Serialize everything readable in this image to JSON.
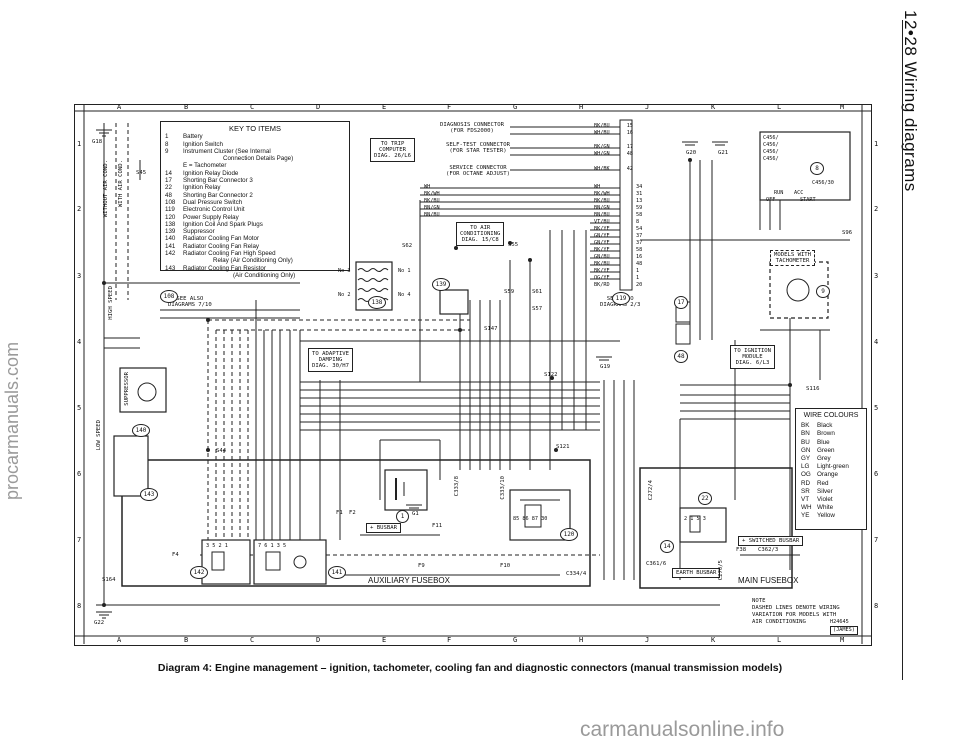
{
  "page_header": "12•28 Wiring diagrams",
  "caption": "Diagram 4: Engine management – ignition, tachometer, cooling fan and diagnostic connectors (manual transmission models)",
  "watermark_side": "procarmanuals.com",
  "watermark_bottom": "carmanualsonline.info",
  "grid": {
    "columns": [
      "A",
      "B",
      "C",
      "D",
      "E",
      "F",
      "G",
      "H",
      "J",
      "K",
      "L",
      "M"
    ],
    "rows": [
      "1",
      "2",
      "3",
      "4",
      "5",
      "6",
      "7",
      "8"
    ]
  },
  "key": {
    "title": "KEY TO ITEMS",
    "items": [
      {
        "n": "1",
        "t": "Battery"
      },
      {
        "n": "8",
        "t": "Ignition Switch"
      },
      {
        "n": "9",
        "t": "Instrument Cluster (See Internal"
      },
      {
        "n": "",
        "t": "Connection Details Page)"
      },
      {
        "n": "",
        "t": "E = Tachometer"
      },
      {
        "n": "14",
        "t": "Ignition Relay Diode"
      },
      {
        "n": "17",
        "t": "Shorting Bar Connector 3"
      },
      {
        "n": "22",
        "t": "Ignition Relay"
      },
      {
        "n": "48",
        "t": "Shorting Bar Connector 2"
      },
      {
        "n": "108",
        "t": "Dual Pressure Switch"
      },
      {
        "n": "119",
        "t": "Electronic Control Unit"
      },
      {
        "n": "120",
        "t": "Power Supply Relay"
      },
      {
        "n": "138",
        "t": "Ignition Coil And Spark Plugs"
      },
      {
        "n": "139",
        "t": "Suppressor"
      },
      {
        "n": "140",
        "t": "Radiator Cooling Fan Motor"
      },
      {
        "n": "141",
        "t": "Radiator Cooling Fan Relay"
      },
      {
        "n": "142",
        "t": "Radiator Cooling Fan High Speed"
      },
      {
        "n": "",
        "t": "Relay (Air Conditioning Only)"
      },
      {
        "n": "143",
        "t": "Radiator Cooling Fan Resistor"
      },
      {
        "n": "",
        "t": "(Air Conditioning Only)"
      }
    ]
  },
  "wire_colours": {
    "title": "WIRE COLOURS",
    "items": [
      {
        "c": "BK",
        "t": "Black"
      },
      {
        "c": "BN",
        "t": "Brown"
      },
      {
        "c": "BU",
        "t": "Blue"
      },
      {
        "c": "GN",
        "t": "Green"
      },
      {
        "c": "GY",
        "t": "Grey"
      },
      {
        "c": "LG",
        "t": "Light-green"
      },
      {
        "c": "OG",
        "t": "Orange"
      },
      {
        "c": "RD",
        "t": "Red"
      },
      {
        "c": "SR",
        "t": "Silver"
      },
      {
        "c": "VT",
        "t": "Violet"
      },
      {
        "c": "WH",
        "t": "White"
      },
      {
        "c": "YE",
        "t": "Yellow"
      }
    ]
  },
  "connectors": {
    "diagnosis": [
      "DIAGNOSIS CONNECTOR",
      "(FOR FDS2000)"
    ],
    "self_test": [
      "SELF-TEST CONNECTOR",
      "(FOR STAR TESTER)"
    ],
    "service": [
      "SERVICE CONNECTOR",
      "(FOR OCTANE ADJUST)"
    ],
    "trip_computer": [
      "TO TRIP",
      "COMPUTER",
      "DIAG. 26/L6"
    ],
    "air_con": [
      "TO AIR",
      "CONDITIONING",
      "DIAG. 15/C8"
    ],
    "adaptive": [
      "TO ADAPTIVE",
      "DAMPING",
      "DIAG. 30/H7"
    ],
    "ignition_module": [
      "TO IGNITION",
      "MODULE",
      "DIAG. 6/L3"
    ],
    "see_also_1": [
      "SEE ALSO",
      "DIAGRAMS 7/10"
    ],
    "see_also_2": [
      "SEE ALSO",
      "DIAGRAMS 2/3"
    ],
    "models_tacho": [
      "MODELS WITH",
      "TACHOMETER"
    ]
  },
  "ecu_pins": {
    "wires": [
      "WH",
      "BK/WH",
      "BK/BU",
      "BN/GN",
      "BN/BU",
      "VT/BU",
      "BK/YE",
      "GN/YE",
      "GN/YE",
      "BK/YE",
      "GN/BU",
      "BK/BU",
      "BK/YE",
      "OG/YE",
      "BK/RD",
      "WH/BK"
    ],
    "pins": [
      "34",
      "31",
      "13",
      "59",
      "58",
      "8",
      "54",
      "37",
      "37",
      "58",
      "16",
      "48",
      "1",
      "1",
      "20",
      ""
    ]
  },
  "diag_pins": [
    {
      "wire": "BK/BU",
      "pin": "15"
    },
    {
      "wire": "WH/BU",
      "pin": "16"
    },
    {
      "wire": "BK/GN",
      "pin": "17"
    },
    {
      "wire": "WH/GN",
      "pin": "48"
    },
    {
      "wire": "WH/BK",
      "pin": "42"
    }
  ],
  "labels": {
    "ground_points": [
      "G18",
      "G20",
      "G21",
      "G22",
      "G1",
      "G19"
    ],
    "splices": [
      "S45",
      "S62",
      "S55",
      "S59",
      "S61",
      "S57",
      "S147",
      "S122",
      "S121",
      "S164",
      "S116",
      "S96",
      "S44"
    ],
    "fuses": [
      "F1",
      "F2",
      "F4",
      "F9",
      "F10",
      "F11",
      "F38"
    ],
    "aux_fusebox": "AUXILIARY FUSEBOX",
    "main_fusebox": "MAIN FUSEBOX",
    "busbar": "+ BUSBAR",
    "switched_busbar": "+ SWITCHED BUSBAR",
    "earth_busbar": "EARTH BUSBAR",
    "without_air_cond": "WITHOUT AIR COND.",
    "with_air_cond": "WITH AIR COND.",
    "high_speed": "HIGH SPEED",
    "low_speed": "LOW SPEED",
    "suppressor": "SUPPRESSOR",
    "c334": "C334/4",
    "c362": "C362/3",
    "c361": "C361/6",
    "c270": "C270/5",
    "c272": "C272/4",
    "c333": "C333/8",
    "c333b": "C333/10",
    "switch_states": [
      "C456/",
      "C456/",
      "C456/",
      "C456/",
      "C456/30",
      "RUN",
      "ACC",
      "OFF",
      "START"
    ],
    "relay_pins": [
      "85",
      "86",
      "87",
      "30"
    ],
    "pins_22": [
      "2",
      "1",
      "5",
      "3"
    ],
    "pins_141": [
      "7",
      "6",
      "1",
      "3",
      "5"
    ],
    "pins_142": [
      "3",
      "5",
      "2",
      "1"
    ],
    "coil_pins": [
      "No 3",
      "No 1",
      "No 2",
      "No 4"
    ]
  },
  "note": [
    "NOTE",
    "DASHED LINES DENOTE WIRING",
    "VARIATION FOR MODELS WITH",
    "AIR CONDITIONING"
  ],
  "ref": [
    "H24645",
    "(JAMES)"
  ]
}
